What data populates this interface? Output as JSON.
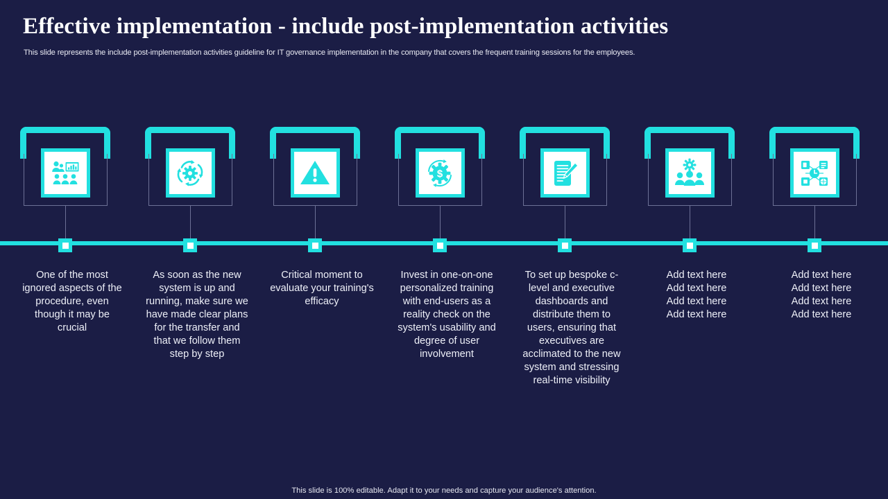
{
  "header": {
    "title": "Effective implementation - include post-implementation activities",
    "subtitle": "This slide represents the include post-implementation activities guideline for IT  governance implementation in the company that covers the frequent training sessions for the employees."
  },
  "footer": {
    "note": "This slide is 100% editable. Adapt it to your needs and capture your audience's attention."
  },
  "theme": {
    "background": "#1b1d45",
    "accent": "#22e0e0",
    "tile_fill": "#ffffff",
    "text": "#eef0f8",
    "outline": "#6d7196"
  },
  "timeline": {
    "steps": [
      {
        "icon": "training-presentation-icon",
        "text": "One of the most ignored aspects of the procedure, even though it may be crucial",
        "lines": []
      },
      {
        "icon": "gear-cycle-icon",
        "text": "As soon as the new system is up and running, make sure we have made clear plans for the transfer and that we follow them step by step",
        "lines": []
      },
      {
        "icon": "warning-triangle-icon",
        "text": "Critical moment to evaluate your training's efficacy",
        "lines": []
      },
      {
        "icon": "dollar-gear-cycle-icon",
        "text": "Invest in one-on-one personalized training with end-users as a reality check on the system's usability and degree of user involvement",
        "lines": []
      },
      {
        "icon": "document-pen-icon",
        "text": "To set up bespoke c-level and executive dashboards and distribute them to users, ensuring that executives are acclimated to the new system and stressing real-time visibility",
        "lines": []
      },
      {
        "icon": "team-gear-icon",
        "text": "",
        "lines": [
          "Add text here",
          "Add text here",
          "Add text here",
          "Add text here"
        ]
      },
      {
        "icon": "dashboard-grid-icon",
        "text": "",
        "lines": [
          "Add text here",
          "Add text here",
          "Add text here",
          "Add text here"
        ]
      }
    ]
  }
}
